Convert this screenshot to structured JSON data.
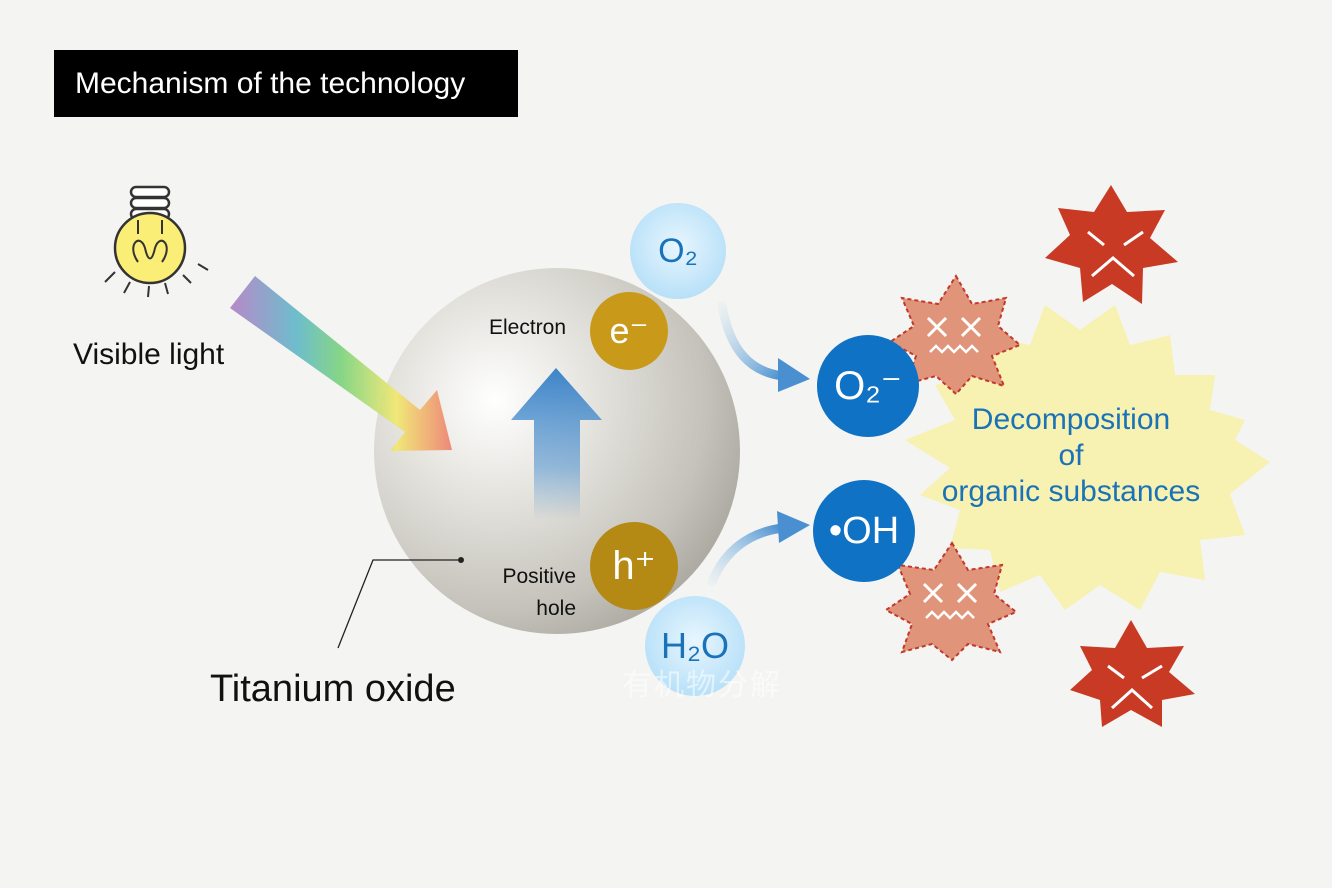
{
  "title": "Mechanism of the technology",
  "light": {
    "label": "Visible light",
    "icon": "light-bulb-icon"
  },
  "particle": {
    "label": "Titanium oxide",
    "electron_label": "Electron",
    "electron_symbol": "e⁻",
    "hole_label_line1": "Positive",
    "hole_label_line2": "hole",
    "hole_symbol": "h⁺"
  },
  "molecules": {
    "oxygen": "O₂",
    "water": "H₂O",
    "superoxide": "O₂⁻",
    "hydroxyl": "•OH"
  },
  "result": {
    "line1": "Decomposition",
    "line2": "of",
    "line3": "organic substances"
  },
  "watermark": "有机物分解",
  "colors": {
    "title_bg": "#000000",
    "electron": "#c99a1a",
    "hole": "#b48a14",
    "radical_blue": "#0f72c4",
    "molecule_light_blue": "#c4e6fa",
    "burst_yellow": "#f7f1b2",
    "pollutant_red": "#c93a24",
    "pollutant_decomposed": "#e0957a"
  }
}
